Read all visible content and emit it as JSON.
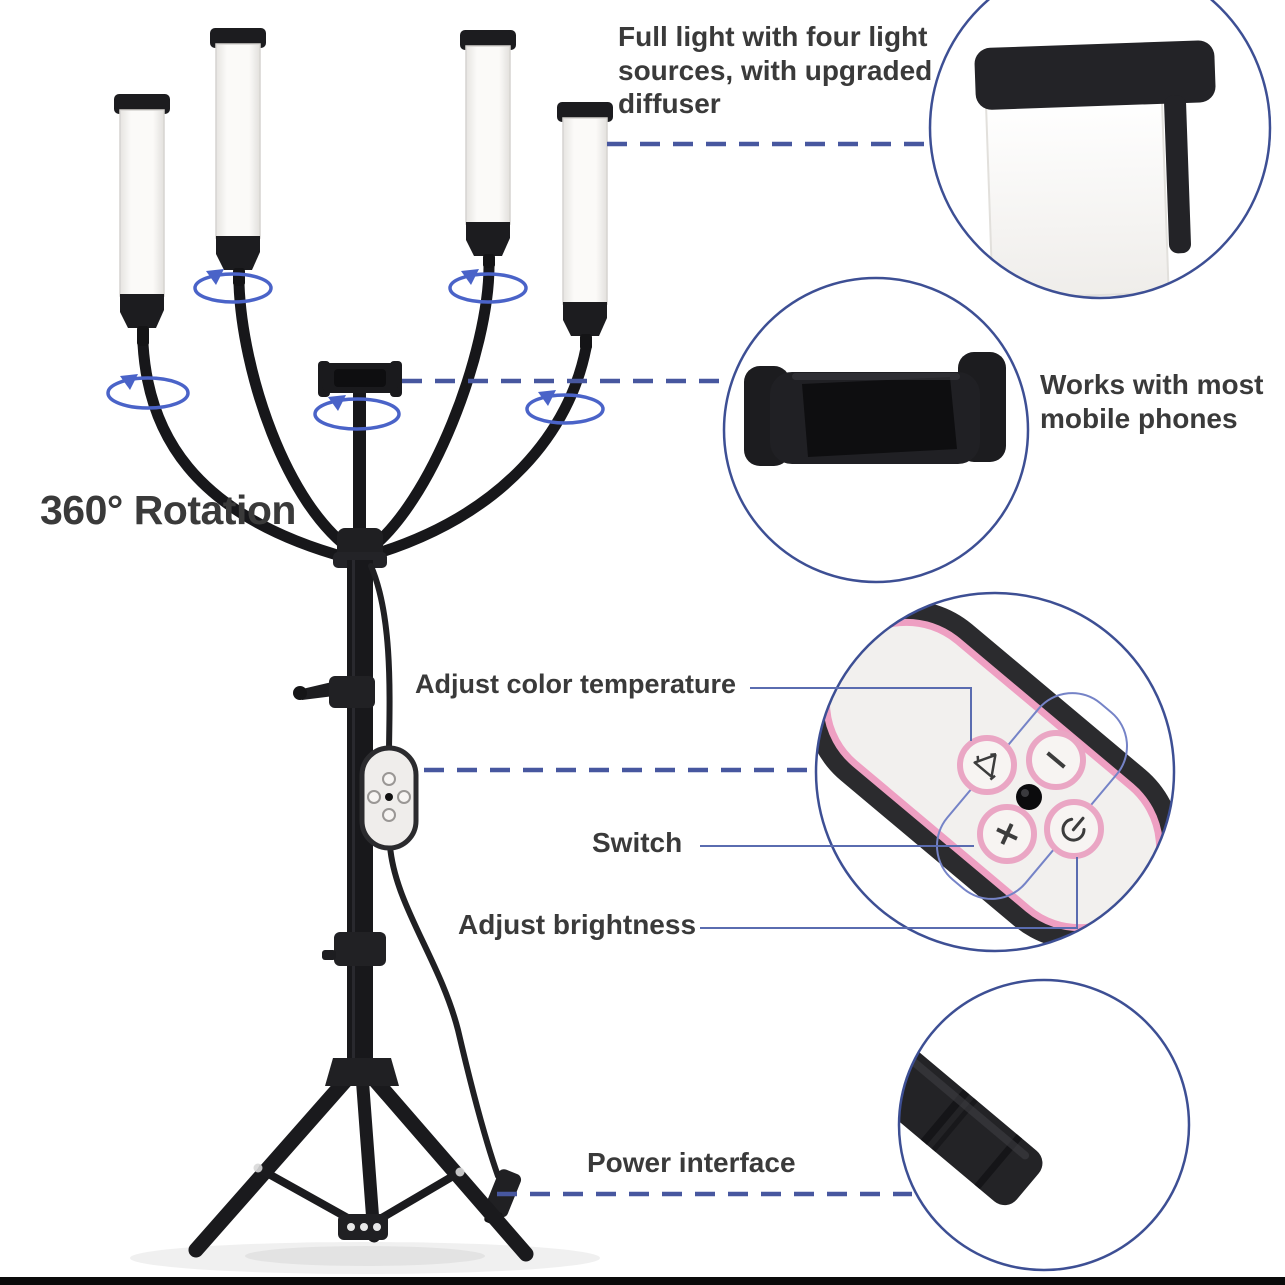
{
  "diagram": {
    "subject": "four-arm-fill-light-with-tripod",
    "labels": {
      "full_light": "Full light with four light sources, with upgraded diffuser",
      "rotation": "360° Rotation",
      "works_with": "Works with most mobile phones",
      "adjust_color_temp": "Adjust color temperature",
      "switch": "Switch",
      "adjust_brightness": "Adjust brightness",
      "power_interface": "Power interface"
    },
    "icons": {
      "rotation_arrows": "rotation-arrow-icon",
      "remote_buttons": [
        "color-temp-button-icon",
        "minus-button-icon",
        "plus-button-icon",
        "power-button-icon"
      ]
    },
    "colors": {
      "text": "#3a3a3a",
      "dashed_line": "#47579f",
      "callout_line": "#5a6cb0",
      "detail_circle_outline": "#3d4f94",
      "rotation_arrow_blue": "#4a63c8",
      "remote_accent_pink": "#ee9fc2",
      "product_black": "#1b1b1e"
    }
  }
}
